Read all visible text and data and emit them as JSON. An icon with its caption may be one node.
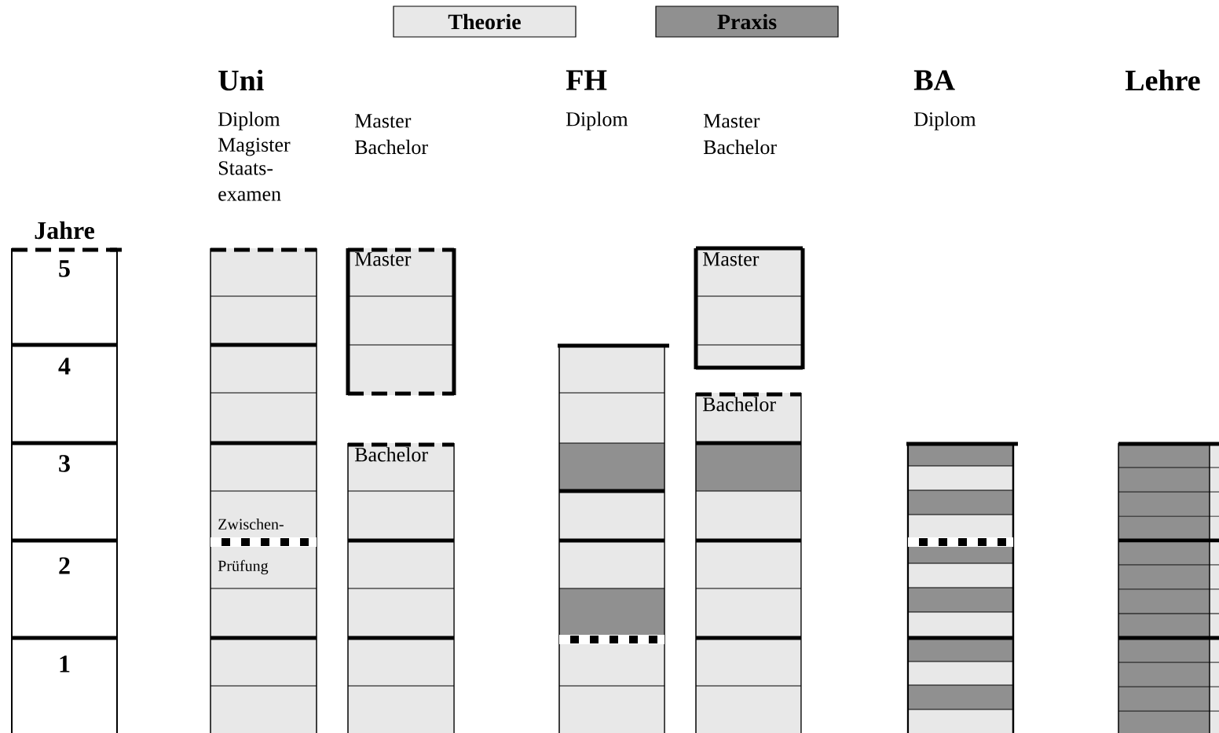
{
  "diagram": {
    "nodes": [
      {
        "text": [
          "Master"
        ]
      },
      {
        "text": [
          "Bachelor"
        ]
      },
      {
        "text": [
          "Master"
        ]
      },
      {
        "text": [
          "Bachelor"
        ]
      }
    ],
    "edges": [],
    "labels": [
      "Uni",
      "FH",
      "BA",
      "Lehre",
      "Diplom",
      "Magister",
      "Staats- examen",
      "Master",
      "Bachelor",
      "Diplom",
      "Master",
      "Bachelor",
      "Diplom",
      "Jahre",
      "5",
      "4",
      "3",
      "2",
      "1",
      "Zwischen-",
      "Prüfung"
    ],
    "legend": [
      {
        "text": "Theorie",
        "color": "#e8e8e8"
      },
      {
        "text": "Praxis",
        "color": "#909090"
      }
    ]
  }
}
